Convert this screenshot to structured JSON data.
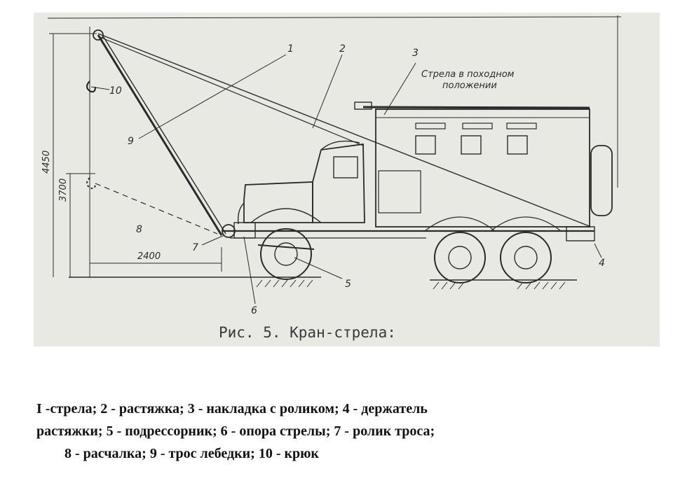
{
  "figure": {
    "caption": "Рис. 5. Кран-стрела:",
    "note_line1": "Стрела в походном",
    "note_line2": "положении",
    "dim_total": "4450",
    "dim_hook": "3700",
    "dim_horizontal": "2400",
    "callouts": [
      "1",
      "2",
      "3",
      "4",
      "5",
      "6",
      "7",
      "8",
      "9",
      "10"
    ]
  },
  "legend": {
    "line1": "I -стрела; 2 - растяжка; 3 - накладка с роликом; 4 - держатель",
    "line2": "растяжки; 5 - подрессорник; 6 - опора стрелы; 7 - ролик троса;",
    "line3": "8 - расчалка; 9 - трос лебедки; 10 - крюк"
  },
  "colors": {
    "figure_background": "#e9e9e4",
    "ink": "#2a2a2a",
    "legend_text": "#111111"
  }
}
